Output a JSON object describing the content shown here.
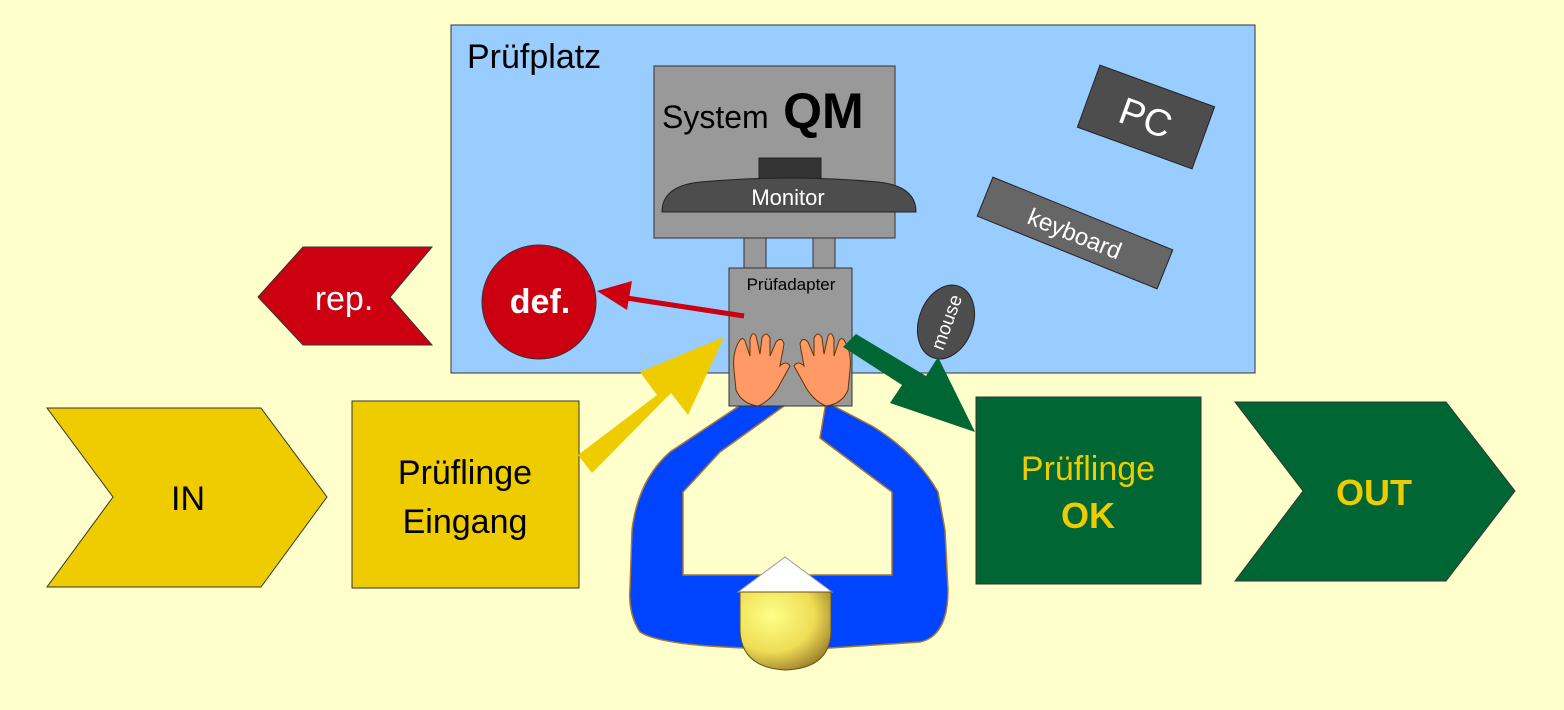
{
  "workstation": {
    "title": "Prüfplatz"
  },
  "system": {
    "prefix": "System",
    "name": "QM"
  },
  "monitor": {
    "label": "Monitor"
  },
  "pc": {
    "label": "PC"
  },
  "keyboard": {
    "label": "keyboard"
  },
  "mouse": {
    "label": "mouse"
  },
  "adapter": {
    "label": "Prüfadapter"
  },
  "defect": {
    "label": "def."
  },
  "repair": {
    "label": "rep."
  },
  "input": {
    "label": "IN"
  },
  "incoming": {
    "line1": "Prüflinge",
    "line2": "Eingang"
  },
  "passed": {
    "line1": "Prüflinge",
    "line2": "OK"
  },
  "output": {
    "label": "OUT"
  },
  "colors": {
    "background": "#ffffcc",
    "workstation": "#99ccff",
    "yellow": "#eecc00",
    "green": "#006633",
    "red": "#cc0011",
    "gray": "#999999",
    "dark_gray": "#4d4d4d",
    "operator_blue": "#0044ff"
  }
}
